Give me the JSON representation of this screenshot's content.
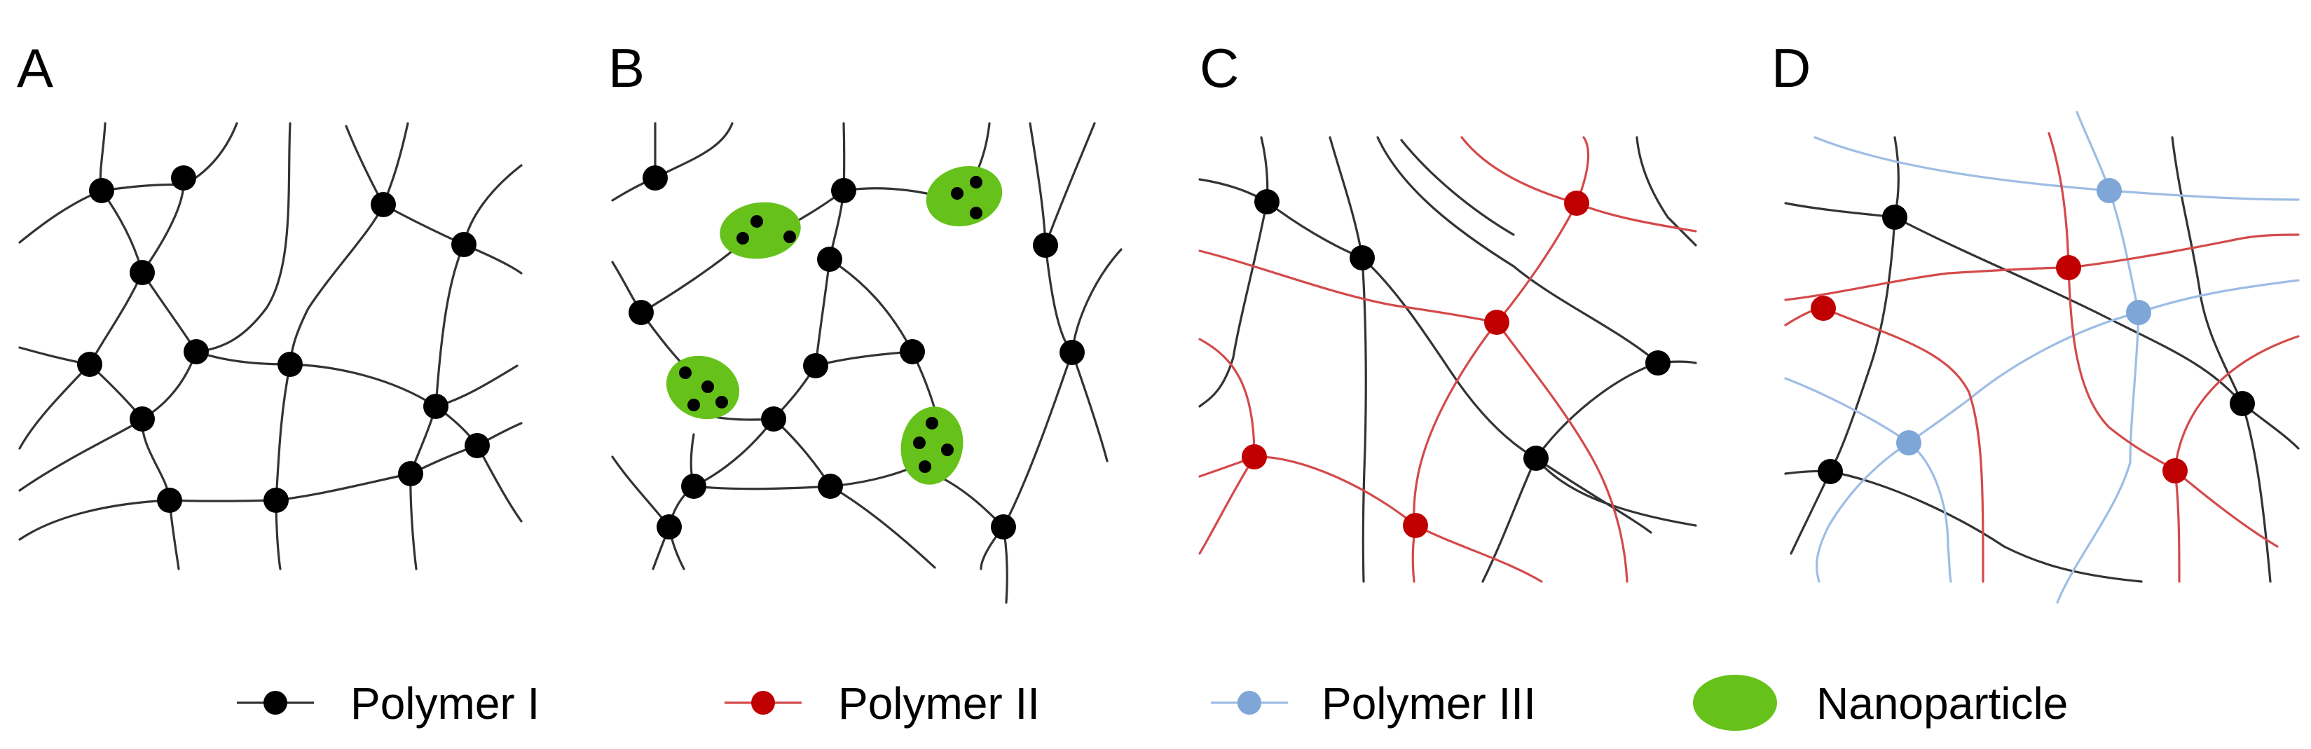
{
  "panels": [
    {
      "label": "A"
    },
    {
      "label": "B"
    },
    {
      "label": "C"
    },
    {
      "label": "D"
    }
  ],
  "legend": [
    {
      "label": "Polymer I",
      "color": "#000000"
    },
    {
      "label": "Polymer II",
      "color": "#c00000"
    },
    {
      "label": "Polymer III",
      "color": "#7ea6d6"
    },
    {
      "label": "Nanoparticle",
      "color": "#66c21a"
    }
  ],
  "colors": {
    "polymer_i": "#000000",
    "polymer_i_chain": "#333333",
    "polymer_ii": "#c00000",
    "polymer_ii_chain": "#d44a4a",
    "polymer_iii": "#7ea6d6",
    "polymer_iii_chain": "#9dbde4",
    "nanoparticle": "#66c21a"
  }
}
